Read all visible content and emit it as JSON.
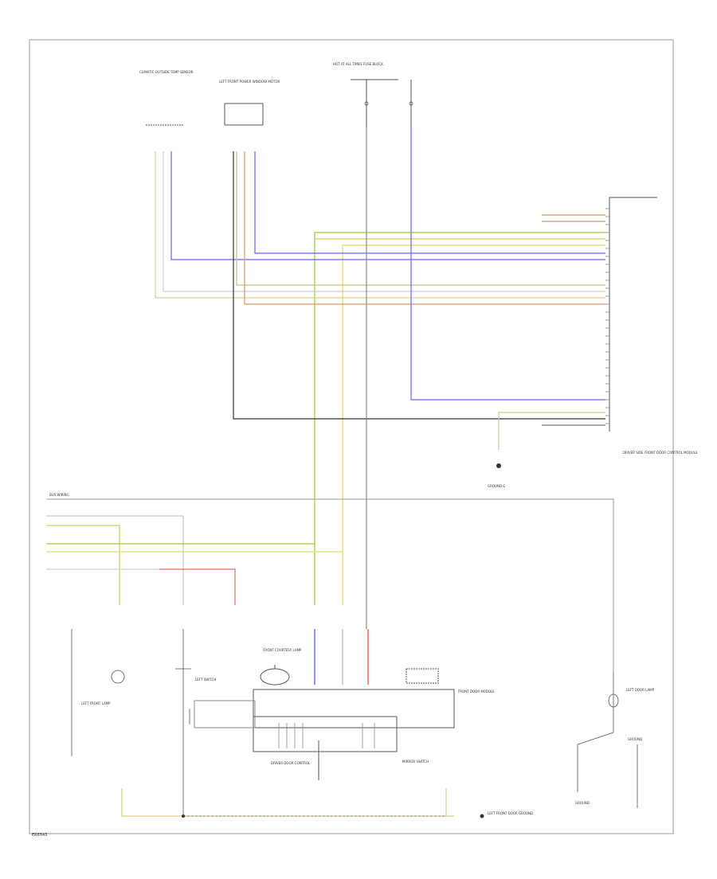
{
  "diagram": {
    "footer_code": "ER6543",
    "labels": {
      "top_left_module": "CLIMATIC OUTSIDE TEMP SENSOR",
      "top_mid_module": "LEFT FRONT POWER WINDOW MOTOR",
      "top_fuse_block": "HOT AT ALL TIMES FUSE BLOCK",
      "right_module": "DRIVER SIDE FRONT DOOR CONTROL MODULE",
      "ground_label": "GROUND G",
      "bus_label": "BUS WIRING",
      "bottom_left_1": "LEFT FRONT LAMP",
      "bottom_left_2": "LEFT SWITCH",
      "bottom_center_lamp": "FRONT COURTESY LAMP",
      "bottom_center_module": "DRIVER DOOR CONTROL",
      "bottom_right_module": "FRONT DOOR MODULE",
      "bottom_right_ground": "GROUND",
      "bottom_switch": "MIRROR SWITCH",
      "bottom_ground_right": "LEFT FRONT DOOR GROUND",
      "right_lamp": "LEFT DOOR LAMP",
      "right_ground": "GROUND"
    }
  }
}
